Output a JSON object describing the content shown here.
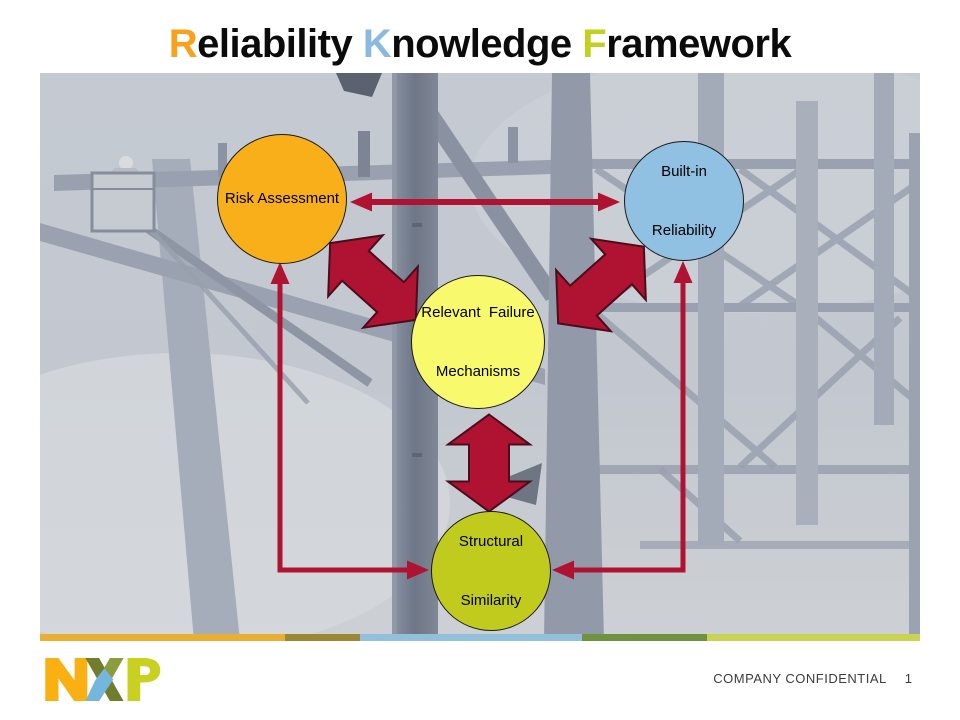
{
  "title": {
    "text": "Reliability Knowledge Framework",
    "segments": [
      {
        "text": "R",
        "color": "#F9A11B"
      },
      {
        "text": "eliability ",
        "color": "#0B0B0B"
      },
      {
        "text": "K",
        "color": "#8ABAE0"
      },
      {
        "text": "nowledge ",
        "color": "#0B0B0B"
      },
      {
        "text": "F",
        "color": "#C3CF21"
      },
      {
        "text": "ramework",
        "color": "#0B0B0B"
      }
    ]
  },
  "diagram": {
    "arrow": {
      "fill": "#B01231",
      "outline": "#4A0D1B"
    },
    "nodes": {
      "risk": {
        "label": "Risk Assessment",
        "fill": "#F8AF1A"
      },
      "built_in": {
        "line1": "Built-in",
        "line2": "Reliability",
        "fill": "#90C0E2"
      },
      "failure": {
        "line1": "Relevant  Failure",
        "line2": "Mechanisms",
        "fill": "#F9F96E"
      },
      "structural": {
        "line1": "Structural",
        "line2": "Similarity",
        "fill": "#C1CB1E"
      }
    }
  },
  "strip": {
    "colors": [
      "#E9AF32",
      "#9A8836",
      "#92C0DB",
      "#6F9240",
      "#C9D251"
    ]
  },
  "footer": {
    "confidential_label": "COMPANY CONFIDENTIAL",
    "page_number": "1",
    "logo": {
      "name": "NXP",
      "colors": {
        "n": "#F9B013",
        "x_dark": "#6F7D2D",
        "x_olive": "#8C9B3C",
        "x_blue": "#74B6DD",
        "p": "#C8D11F"
      }
    }
  }
}
